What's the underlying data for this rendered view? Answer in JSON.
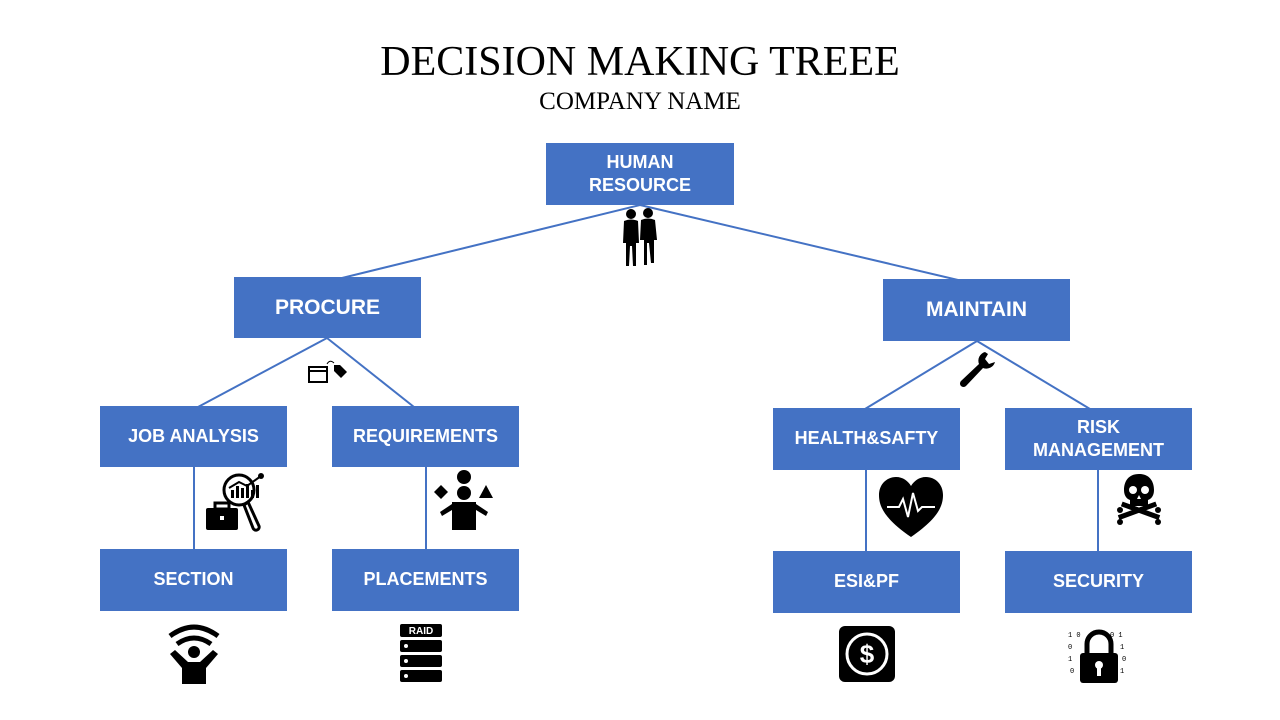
{
  "title": "DECISION MAKING TREEE",
  "subtitle": "COMPANY NAME",
  "colors": {
    "node_fill": "#4472c4",
    "connector": "#4472c4",
    "icon": "#000000"
  },
  "nodes": {
    "root": "HUMAN RESOURCE",
    "procure": "PROCURE",
    "maintain": "MAINTAIN",
    "job_analysis": "JOB ANALYSIS",
    "requirements": "REQUIREMENTS",
    "health_safety": "HEALTH&SAFTY",
    "risk_management": "RISK MANAGEMENT",
    "section": "SECTION",
    "placements": "PLACEMENTS",
    "esi_pf": "ESI&PF",
    "security": "SECURITY"
  },
  "icons": {
    "root": "two-people-icon",
    "procure": "price-tag-icon",
    "maintain": "wrench-icon",
    "job_analysis": "analysis-magnifier-icon",
    "requirements": "team-shapes-icon",
    "health_safety": "heartbeat-icon",
    "risk_management": "skull-crossbones-icon",
    "section": "person-signal-icon",
    "placements": "raid-server-icon",
    "esi_pf": "dollar-coin-icon",
    "security": "padlock-binary-icon",
    "raid_label": "RAID"
  }
}
